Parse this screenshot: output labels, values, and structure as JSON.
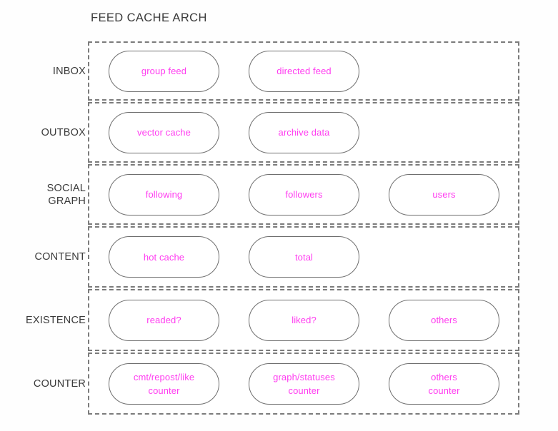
{
  "diagram": {
    "title": "FEED CACHE ARCH",
    "accent_color": "#ff3df0",
    "outline_color": "#6e6e6e",
    "container_border_color": "#7b7b7b",
    "background_color": "#fefefe",
    "label_color": "#3a3a3a"
  },
  "rows": [
    {
      "label": "INBOX",
      "height": 83,
      "items": [
        {
          "label": "group feed"
        },
        {
          "label": "directed feed"
        }
      ]
    },
    {
      "label": "OUTBOX",
      "height": 85,
      "items": [
        {
          "label": "vector cache"
        },
        {
          "label": "archive data"
        }
      ]
    },
    {
      "label": "SOCIAL\nGRAPH",
      "height": 85,
      "items": [
        {
          "label": "following"
        },
        {
          "label": "followers"
        },
        {
          "label": "users"
        }
      ]
    },
    {
      "label": "CONTENT",
      "height": 86,
      "items": [
        {
          "label": "hot cache"
        },
        {
          "label": "total"
        }
      ]
    },
    {
      "label": "EXISTENCE",
      "height": 87,
      "items": [
        {
          "label": "readed?"
        },
        {
          "label": "liked?"
        },
        {
          "label": "others"
        }
      ]
    },
    {
      "label": "COUNTER",
      "height": 87,
      "items": [
        {
          "label": "cmt/repost/like\ncounter"
        },
        {
          "label": "graph/statuses\ncounter"
        },
        {
          "label": "others\ncounter"
        }
      ]
    }
  ]
}
